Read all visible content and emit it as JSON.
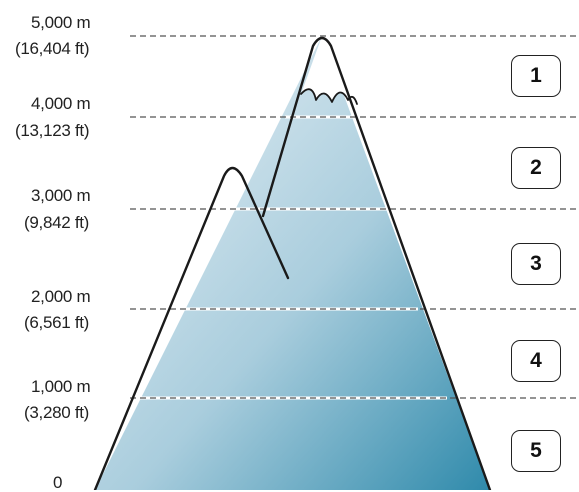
{
  "altitude_levels": [
    {
      "meters": "5,000 m",
      "feet": "(16,404 ft)"
    },
    {
      "meters": "4,000 m",
      "feet": "(13,123 ft)"
    },
    {
      "meters": "3,000 m",
      "feet": "(9,842 ft)"
    },
    {
      "meters": "2,000 m",
      "feet": "(6,561 ft)"
    },
    {
      "meters": "1,000 m",
      "feet": "(3,280 ft)"
    },
    {
      "meters": "0",
      "feet": ""
    }
  ],
  "zones": [
    "1",
    "2",
    "3",
    "4",
    "5"
  ],
  "colors": {
    "mountain_light": "#eef4f8",
    "mountain_mid": "#a9cddd",
    "mountain_dark": "#2f8aab",
    "snow": "#ffffff",
    "outline": "#1a1a1a",
    "dash_line": "#555555"
  }
}
